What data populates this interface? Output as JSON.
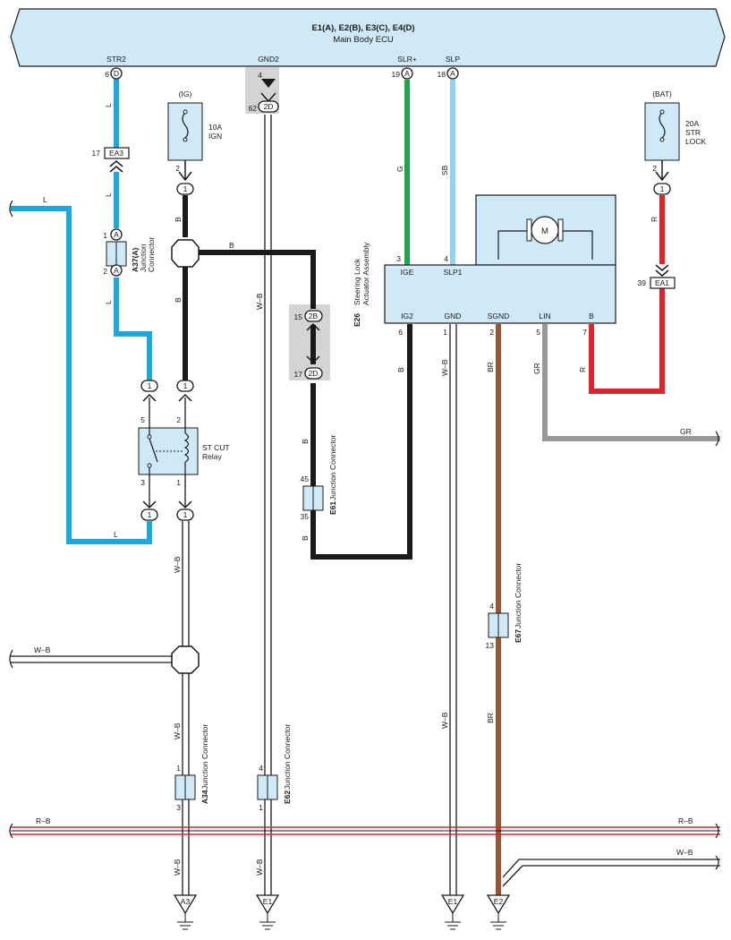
{
  "ecu": {
    "title": "E1(A), E2(B), E3(C), E4(D)",
    "subtitle": "Main Body ECU"
  },
  "ecu_terminals": [
    {
      "name": "STR2",
      "pin": "6",
      "tag": "D"
    },
    {
      "name": "GND2",
      "pin": "4",
      "tag": ""
    },
    {
      "name": "SLR+",
      "pin": "19",
      "tag": "A"
    },
    {
      "name": "SLP",
      "pin": "18",
      "tag": "A"
    }
  ],
  "gnd2_connector": {
    "pin": "62",
    "tag": "2D"
  },
  "fuse_ig": {
    "supply": "(IG)",
    "rating": "10A",
    "name": "IGN",
    "pin": "2",
    "conn": "1"
  },
  "fuse_bat": {
    "supply": "(BAT)",
    "rating": "20A",
    "name1": "STR",
    "name2": "LOCK",
    "pin": "2",
    "conn": "1"
  },
  "connectors": {
    "ea3": {
      "label": "EA3",
      "pin": "17"
    },
    "ea1": {
      "label": "EA1",
      "pin": "39"
    },
    "a37": {
      "id": "A37(A)",
      "name1": "Junction",
      "name2": "Connector",
      "pin_top": "1",
      "pin_bottom": "2",
      "tag": "A"
    },
    "e61": {
      "id": "E61",
      "name": "Junction Connector",
      "pin_top": "45",
      "pin_bottom": "35"
    },
    "e67": {
      "id": "E67",
      "name": "Junction Connector",
      "pin_top": "4",
      "pin_bottom": "13"
    },
    "a34": {
      "id": "A34",
      "name": "Junction Connector",
      "pin_top": "1",
      "pin_bottom": "3"
    },
    "e62": {
      "id": "E62",
      "name": "Junction Connector",
      "pin_top": "4",
      "pin_bottom": "1"
    },
    "c2b": {
      "pin": "15",
      "tag": "2B"
    },
    "c2d": {
      "pin": "17",
      "tag": "2D"
    }
  },
  "relay": {
    "name1": "ST CUT",
    "name2": "Relay",
    "pin5": "5",
    "pin2": "2",
    "pin3": "3",
    "pin1": "1",
    "conn": "1"
  },
  "actuator": {
    "id": "E26",
    "name1": "Steering Lock",
    "name2": "Actuator Assembly",
    "motor": "M",
    "top_pins": [
      {
        "name": "IGE",
        "pin": "3"
      },
      {
        "name": "SLP1",
        "pin": "4"
      }
    ],
    "bottom_pins": [
      {
        "name": "IG2",
        "pin": "6"
      },
      {
        "name": "GND",
        "pin": "1"
      },
      {
        "name": "SGND",
        "pin": "2"
      },
      {
        "name": "LIN",
        "pin": "5"
      },
      {
        "name": "B",
        "pin": "7"
      }
    ]
  },
  "wire_colors": {
    "L": "L",
    "B": "B",
    "G": "G",
    "SB": "SB",
    "R": "R",
    "GR": "GR",
    "BR": "BR",
    "WB": "W–B",
    "RB": "R–B"
  },
  "grounds": [
    "A3",
    "E1",
    "E1",
    "E2"
  ],
  "colors": {
    "blue": "#1aa8e0",
    "black": "#1a1a1a",
    "green": "#1fa64a",
    "sky": "#8fd3f0",
    "red": "#e8202a",
    "gray": "#999999",
    "brown": "#9a5531",
    "ecu_fill": "#cfe9f6",
    "shade": "#d4d4d4"
  }
}
